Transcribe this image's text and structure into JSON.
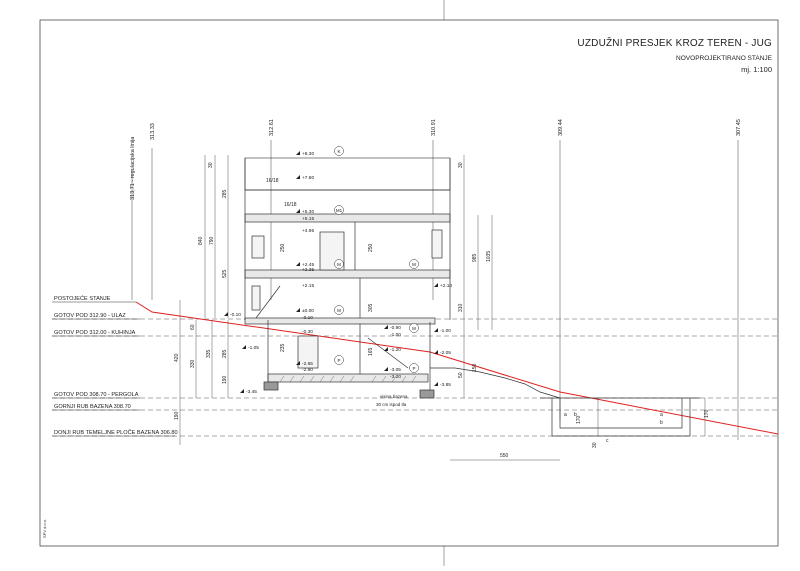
{
  "title": {
    "main": "UZDUŽNI PRESJEK KROZ TEREN - JUG",
    "sub": "NOVOPROJEKTIRANO STANJE",
    "scale": "mj. 1:100"
  },
  "level_lines": [
    "POSTOJEĆE STANJE",
    "GOTOV POD 312.90 - ULAZ",
    "GOTOV POD 312.00 - KUHINJA",
    "GOTOV POD 308.70 - PERGOLA",
    "GORNJI RUB BAZENA 308.70",
    "DONJI RUB TEMELJNE PLOČE BAZENA 306.80"
  ],
  "terrain_heights": [
    "313,71 - regulacijska linija",
    "313.33",
    "312.61",
    "310.91",
    "309.44",
    "307.45"
  ],
  "elevation_marks": [
    "+8.30",
    "+7.80",
    "+5.30",
    "+5.15",
    "+4.95",
    "+2.45",
    "+2.35",
    "+2.15",
    "+2.10",
    "±0.00",
    "-0.10",
    "-0.10",
    "-0.30",
    "-0.90",
    "-1.00",
    "-1.00",
    "-1.20",
    "-1.05",
    "-2.05",
    "-2.65",
    "-2.80",
    "-3.05",
    "-3.20",
    "-3.45",
    "-3.85"
  ],
  "room_marks": [
    "K",
    "M1",
    "M",
    "M",
    "M",
    "M",
    "P",
    "P"
  ],
  "dimensions": [
    "840",
    "790",
    "525",
    "285",
    "250",
    "250",
    "305",
    "985",
    "1035",
    "310",
    "335",
    "285",
    "420",
    "330",
    "190",
    "235",
    "30",
    "30",
    "60",
    "50",
    "165",
    "170",
    "150",
    "550",
    "30",
    "170",
    "190",
    "16/18",
    "16/18"
  ],
  "notes": [
    "visina bazena",
    "30 cm ispod tla"
  ],
  "pool_labels": [
    "a",
    "b",
    "a",
    "b",
    "c"
  ],
  "sheet_code": "SPV d.o.o."
}
